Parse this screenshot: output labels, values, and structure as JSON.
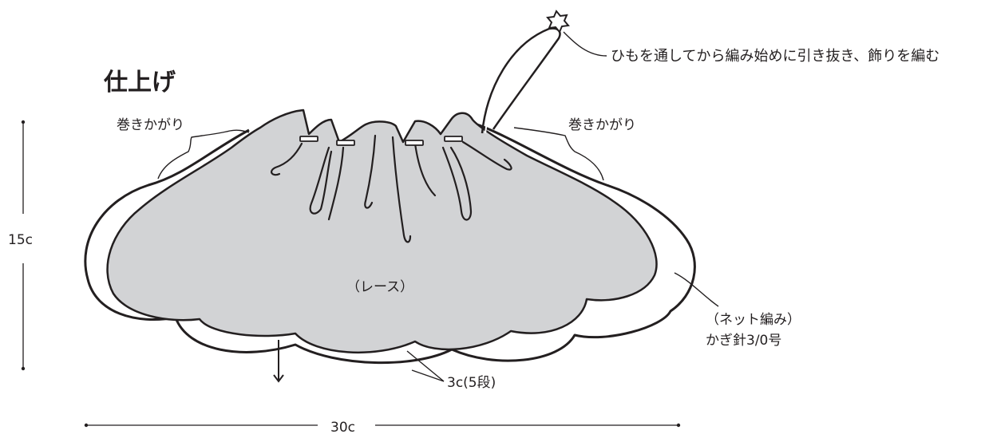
{
  "title": "仕上げ",
  "labels": {
    "string_note": "ひもを通してから編み始めに引き抜き、飾りを編む",
    "whip_left": "巻きかがり",
    "whip_right": "巻きかがり",
    "lace": "（レース）",
    "net_line1": "（ネット編み）",
    "net_line2": "かぎ針3/0号",
    "border": "3c(5段)",
    "height": "15c",
    "width": "30c"
  },
  "colors": {
    "bag_fill": "#d2d3d5",
    "outline": "#231f20",
    "background": "#ffffff"
  }
}
